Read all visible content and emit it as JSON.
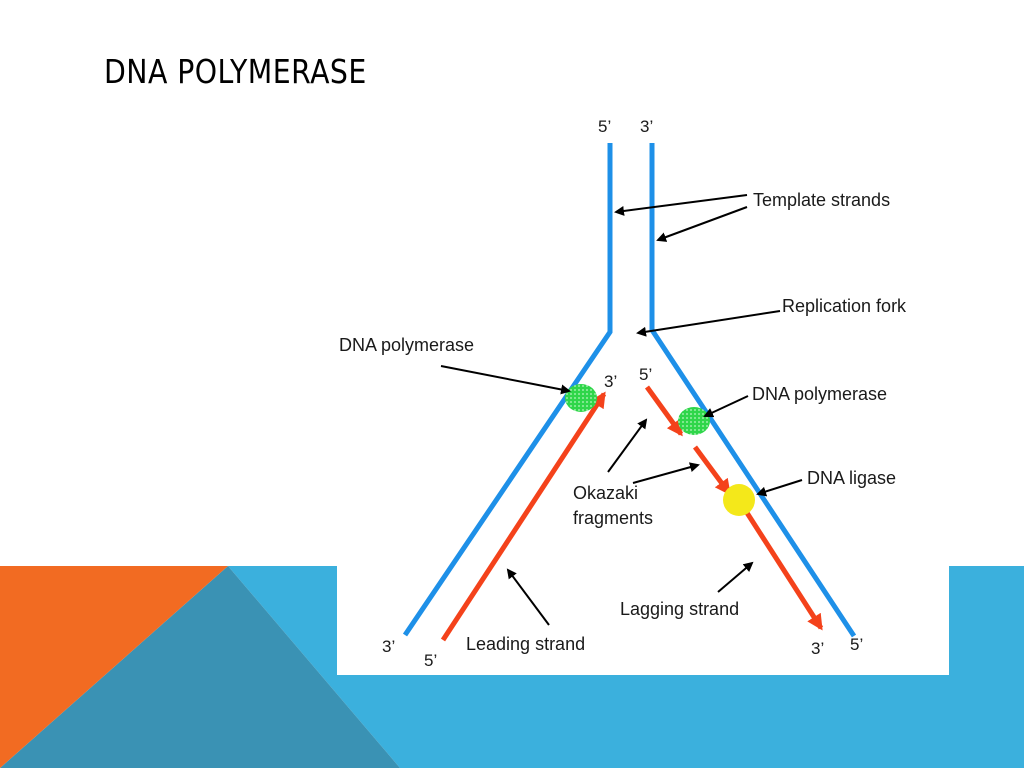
{
  "slide": {
    "title": "DNA POLYMERASE"
  },
  "colors": {
    "template_strand": "#1e90e8",
    "new_strand": "#f4421b",
    "polymerase": "#2fd64a",
    "ligase": "#f4e81a",
    "deco_orange": "#f26b22",
    "deco_dark_blue": "#3a92b4",
    "deco_light_blue": "#3bb0dd"
  },
  "diagram": {
    "labels": {
      "template_strands": "Template strands",
      "replication_fork": "Replication fork",
      "dna_polymerase_left": "DNA polymerase",
      "dna_polymerase_right": "DNA polymerase",
      "dna_ligase": "DNA ligase",
      "okazaki_line1": "Okazaki",
      "okazaki_line2": "fragments",
      "lagging_strand": "Lagging strand",
      "leading_strand": "Leading strand"
    },
    "ends": {
      "top_left": "5’",
      "top_right": "3’",
      "leading_tip": "3’",
      "lagging_tip": "5’",
      "bottom_left_template": "3’",
      "bottom_leading": "5’",
      "bottom_lagging": "3’",
      "bottom_right_template": "5’"
    }
  }
}
